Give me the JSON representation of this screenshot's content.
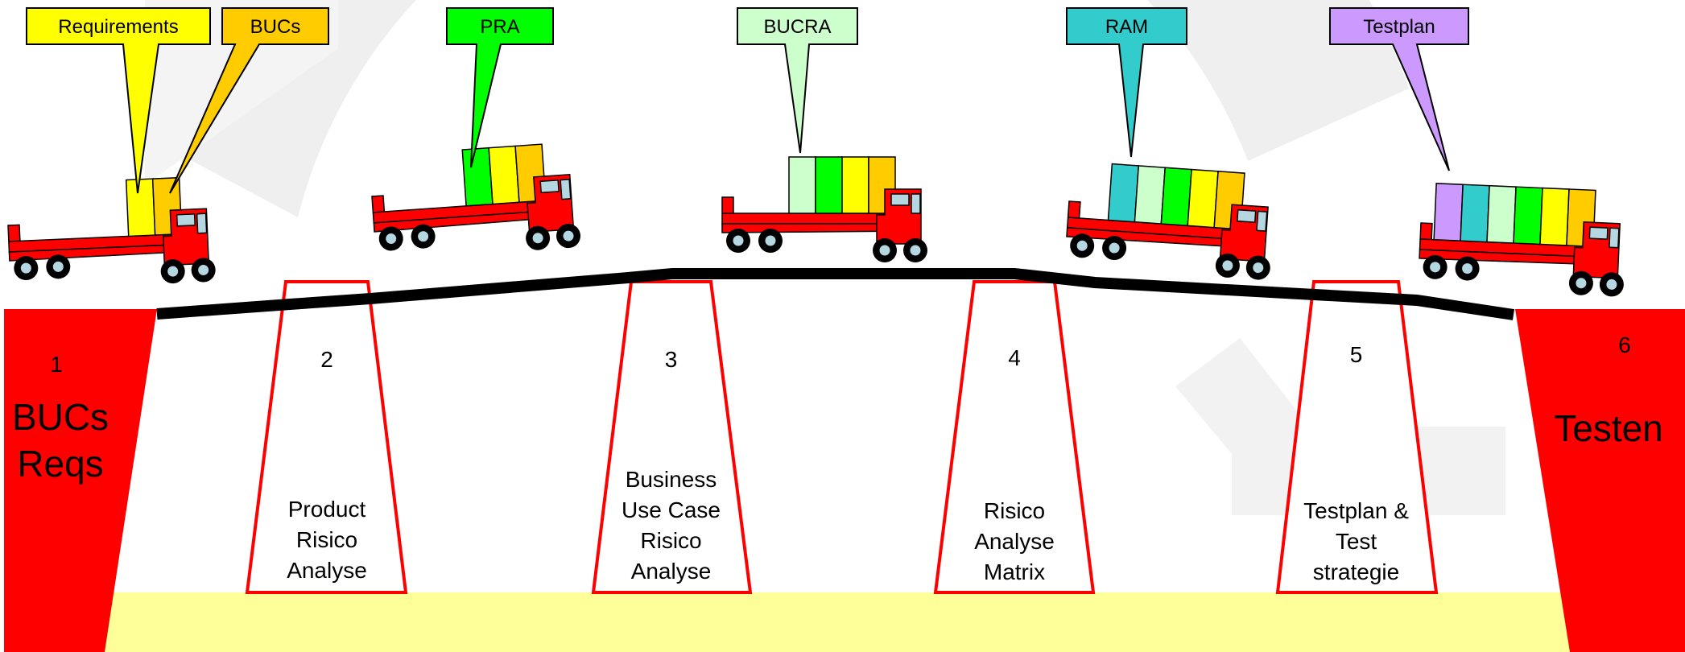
{
  "colors": {
    "red": "#ff0000",
    "yellow": "#ffff00",
    "orange": "#ffcc00",
    "green": "#00ff00",
    "mint": "#ccffcc",
    "teal": "#33cccc",
    "purple": "#cc99ff",
    "sand": "#ffff99",
    "window": "#b4d7e1",
    "watermark": "#efefef"
  },
  "callouts": [
    {
      "label": "Requirements",
      "color": "yellow"
    },
    {
      "label": "BUCs",
      "color": "orange"
    },
    {
      "label": "PRA",
      "color": "green"
    },
    {
      "label": "BUCRA",
      "color": "mint"
    },
    {
      "label": "RAM",
      "color": "teal"
    },
    {
      "label": "Testplan",
      "color": "purple"
    }
  ],
  "trucks": [
    {
      "cargo": [
        "yellow",
        "orange"
      ]
    },
    {
      "cargo": [
        "green",
        "yellow",
        "orange"
      ]
    },
    {
      "cargo": [
        "mint",
        "green",
        "yellow",
        "orange"
      ]
    },
    {
      "cargo": [
        "teal",
        "mint",
        "green",
        "yellow",
        "orange"
      ]
    },
    {
      "cargo": [
        "purple",
        "teal",
        "mint",
        "green",
        "yellow",
        "orange"
      ]
    }
  ],
  "abutments": {
    "left": {
      "number": "1",
      "line1": "BUCs",
      "line2": "Reqs"
    },
    "right": {
      "number": "6",
      "line1": "Testen"
    }
  },
  "pillars": [
    {
      "number": "2",
      "lines": [
        "Product",
        "Risico",
        "Analyse"
      ]
    },
    {
      "number": "3",
      "lines": [
        "Business",
        "Use Case",
        "Risico",
        "Analyse"
      ]
    },
    {
      "number": "4",
      "lines": [
        "Risico",
        "Analyse",
        "Matrix"
      ]
    },
    {
      "number": "5",
      "lines": [
        "Testplan &",
        "Test",
        "strategie"
      ]
    }
  ]
}
